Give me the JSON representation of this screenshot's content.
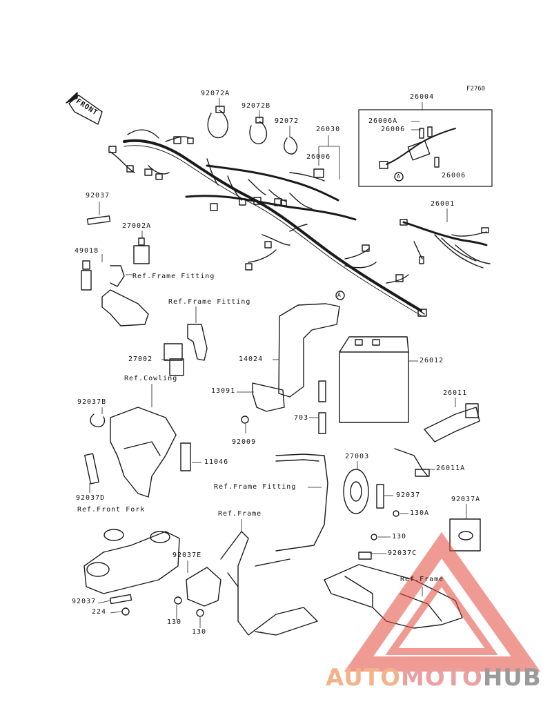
{
  "figure_id": "F2760",
  "front_tag": "FRONT",
  "callout_marker": "A",
  "watermark": {
    "part1": "AUTO",
    "part2": "MOTO",
    "part3": "HUB"
  },
  "colors": {
    "line": "#1a1a1a",
    "watermark_red": "#e34a3e",
    "watermark_orange": "#f2b38b",
    "watermark_grey": "#9a9a9a"
  },
  "labels": [
    "92072A",
    "92072B",
    "92072",
    "26030",
    "26004",
    "26006A",
    "26006",
    "26006",
    "26006",
    "92037",
    "26001",
    "27002A",
    "49018",
    "Ref.Frame Fitting",
    "Ref.Frame Fitting",
    "27002",
    "14024",
    "26012",
    "Ref.Cowling",
    "13091",
    "92037B",
    "703",
    "26011",
    "92009",
    "11046",
    "27003",
    "26011A",
    "Ref.Frame Fitting",
    "92037",
    "92037D",
    "Ref.Front Fork",
    "Ref.Frame",
    "130A",
    "92037A",
    "130",
    "92037C",
    "92037E",
    "Ref.Frame",
    "92037",
    "224",
    "130",
    "130"
  ]
}
